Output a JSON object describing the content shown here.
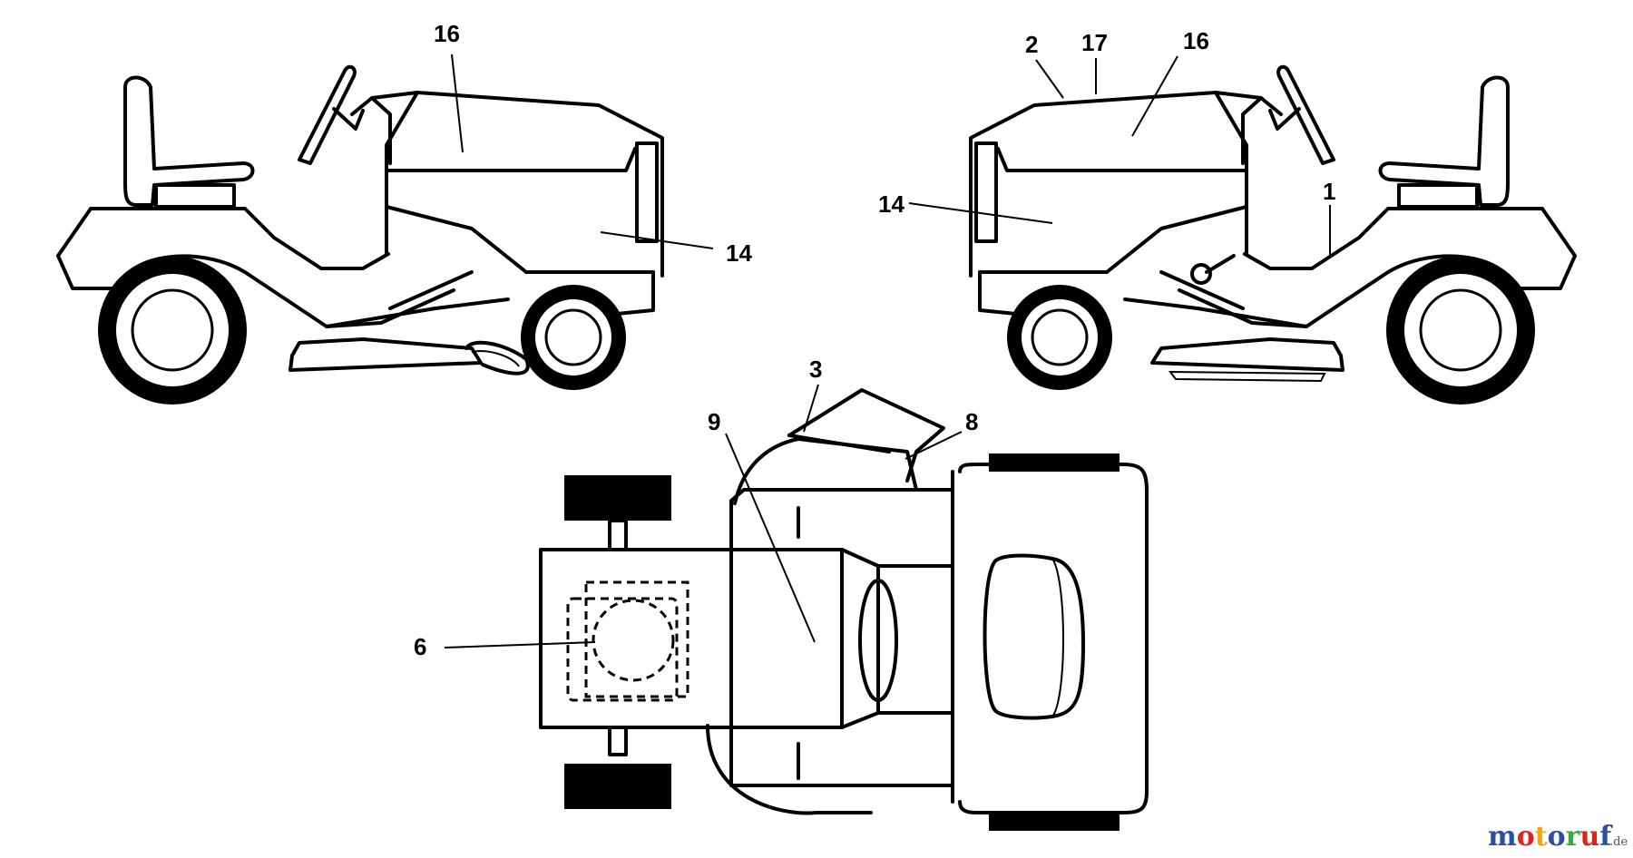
{
  "callouts": [
    {
      "id": "c1",
      "label": "16"
    },
    {
      "id": "c2",
      "label": "14"
    },
    {
      "id": "c3",
      "label": "2"
    },
    {
      "id": "c4",
      "label": "17"
    },
    {
      "id": "c5",
      "label": "16"
    },
    {
      "id": "c6",
      "label": "14"
    },
    {
      "id": "c7",
      "label": "1"
    },
    {
      "id": "c8",
      "label": "3"
    },
    {
      "id": "c9",
      "label": "8"
    },
    {
      "id": "c10",
      "label": "9"
    },
    {
      "id": "c11",
      "label": "6"
    }
  ],
  "watermark": {
    "parts": [
      {
        "text": "m",
        "color": "#2b4fa3"
      },
      {
        "text": "o",
        "color": "#e2231a"
      },
      {
        "text": "t",
        "color": "#f7a600"
      },
      {
        "text": "o",
        "color": "#2b4fa3"
      },
      {
        "text": "r",
        "color": "#3aa935"
      },
      {
        "text": "u",
        "color": "#e2231a"
      },
      {
        "text": "f",
        "color": "#2b4fa3"
      }
    ],
    "suffix": ".de"
  }
}
